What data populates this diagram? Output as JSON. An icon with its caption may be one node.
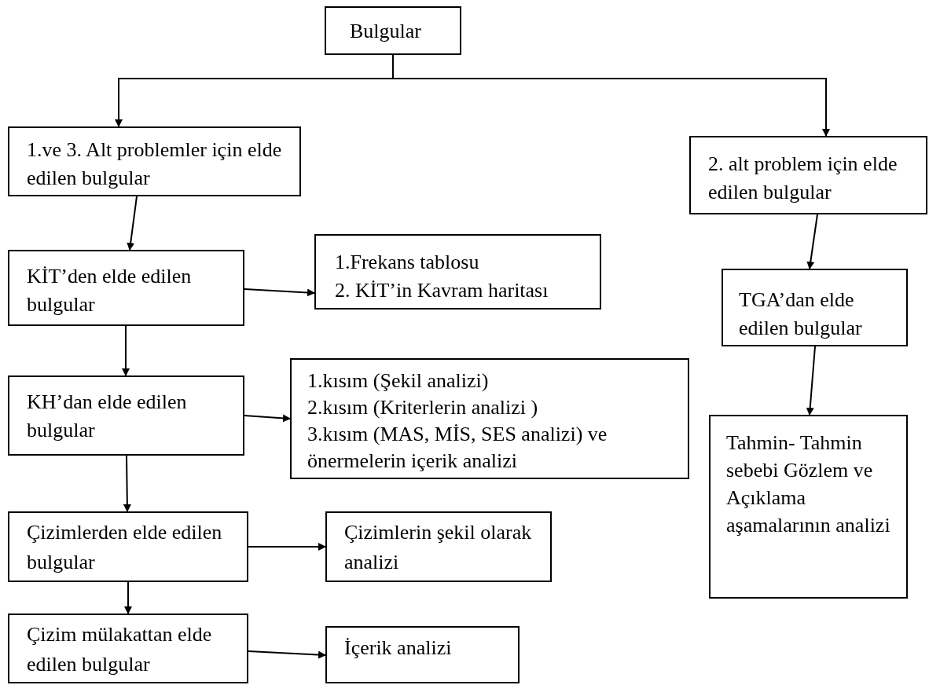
{
  "diagram": {
    "nodes": [
      {
        "text": [
          "Bulgular"
        ]
      },
      {
        "text": [
          "1.ve 3. Alt problemler için elde edilen bulgular"
        ]
      },
      {
        "text": [
          "2. alt problem için elde edilen bulgular"
        ]
      },
      {
        "text": [
          "KİT’den elde edilen bulgular"
        ]
      },
      {
        "text": [
          "1.Frekans tablosu",
          "2. KİT’in Kavram haritası"
        ]
      },
      {
        "text": [
          "TGA’dan elde edilen bulgular"
        ]
      },
      {
        "text": [
          "KH’dan elde edilen bulgular"
        ]
      },
      {
        "text": [
          "1.kısım (Şekil analizi)",
          "2.kısım (Kriterlerin analizi )",
          "3.kısım (MAS, MİS, SES analizi) ve önermelerin içerik analizi"
        ]
      },
      {
        "text": [
          "Tahmin- Tahmin sebebi Gözlem ve Açıklama aşamalarının analizi"
        ]
      },
      {
        "text": [
          "Çizimlerden elde edilen bulgular"
        ]
      },
      {
        "text": [
          "Çizimlerin şekil olarak analizi"
        ]
      },
      {
        "text": [
          "Çizim mülakattan elde edilen bulgular"
        ]
      },
      {
        "text": [
          "İçerik analizi"
        ]
      }
    ],
    "edges": [
      {
        "from": 0,
        "to": 1,
        "arrow": "to"
      },
      {
        "from": 0,
        "to": 2,
        "arrow": "to"
      },
      {
        "from": 1,
        "to": 3,
        "arrow": "to"
      },
      {
        "from": 3,
        "to": 4,
        "arrow": "to"
      },
      {
        "from": 3,
        "to": 6,
        "arrow": "to"
      },
      {
        "from": 6,
        "to": 7,
        "arrow": "to"
      },
      {
        "from": 6,
        "to": 9,
        "arrow": "to"
      },
      {
        "from": 9,
        "to": 10,
        "arrow": "to"
      },
      {
        "from": 9,
        "to": 11,
        "arrow": "to"
      },
      {
        "from": 11,
        "to": 12,
        "arrow": "to"
      },
      {
        "from": 2,
        "to": 5,
        "arrow": "to"
      },
      {
        "from": 5,
        "to": 8,
        "arrow": "to"
      }
    ]
  }
}
